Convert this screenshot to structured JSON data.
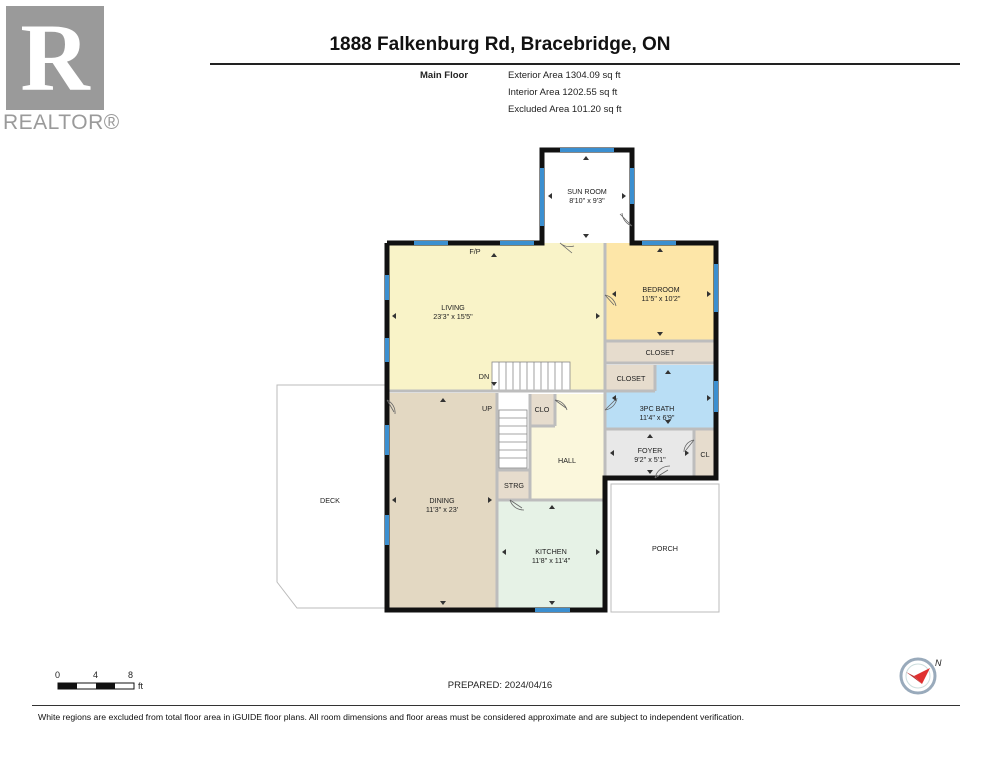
{
  "brand": {
    "logo_letter": "R",
    "logo_text": "REALTOR®"
  },
  "header": {
    "title": "1888 Falkenburg Rd, Bracebridge, ON"
  },
  "floor": {
    "name": "Main Floor",
    "exterior_area": "Exterior Area 1304.09 sq ft",
    "interior_area": "Interior Area 1202.55 sq ft",
    "excluded_area": "Excluded Area 101.20 sq ft"
  },
  "rooms": {
    "sun_room": {
      "name": "SUN ROOM",
      "dims": "8'10\" x 9'3\""
    },
    "living": {
      "name": "LIVING",
      "dims": "23'3\" x 15'5\""
    },
    "fireplace": "F/P",
    "bedroom": {
      "name": "BEDROOM",
      "dims": "11'5\" x 10'2\""
    },
    "closet_bedroom": "CLOSET",
    "closet_bath": "CLOSET",
    "bath": {
      "name": "3PC BATH",
      "dims": "11'4\" x 6'9\""
    },
    "stairs_down": "DN",
    "stairs_up": "UP",
    "clo": "CLO",
    "hall": "HALL",
    "foyer": {
      "name": "FOYER",
      "dims": "9'2\" x 5'1\""
    },
    "cl": "CL",
    "strg": "STRG",
    "deck": "DECK",
    "dining": {
      "name": "DINING",
      "dims": "11'3\" x 23'"
    },
    "kitchen": {
      "name": "KITCHEN",
      "dims": "11'8\" x 11'4\""
    },
    "porch": "PORCH"
  },
  "scale": {
    "labels": [
      "0",
      "4",
      "8"
    ],
    "unit": "ft"
  },
  "compass": {
    "label": "N"
  },
  "prepared": "PREPARED: 2024/04/16",
  "footer": "White regions are excluded from total floor area in iGUIDE floor plans. All room dimensions and floor areas must be considered approximate and are subject to independent verification.",
  "colors": {
    "wall": "#111111",
    "window": "#3b8fd0",
    "living": "#f9f3c8",
    "bedroom": "#fde6a8",
    "dining": "#e3d8c2",
    "kitchen": "#e6f2e6",
    "bath": "#b9def5",
    "closet": "#e6dccd",
    "hall": "#fbf7dc",
    "foyer": "#e8e8e8"
  }
}
